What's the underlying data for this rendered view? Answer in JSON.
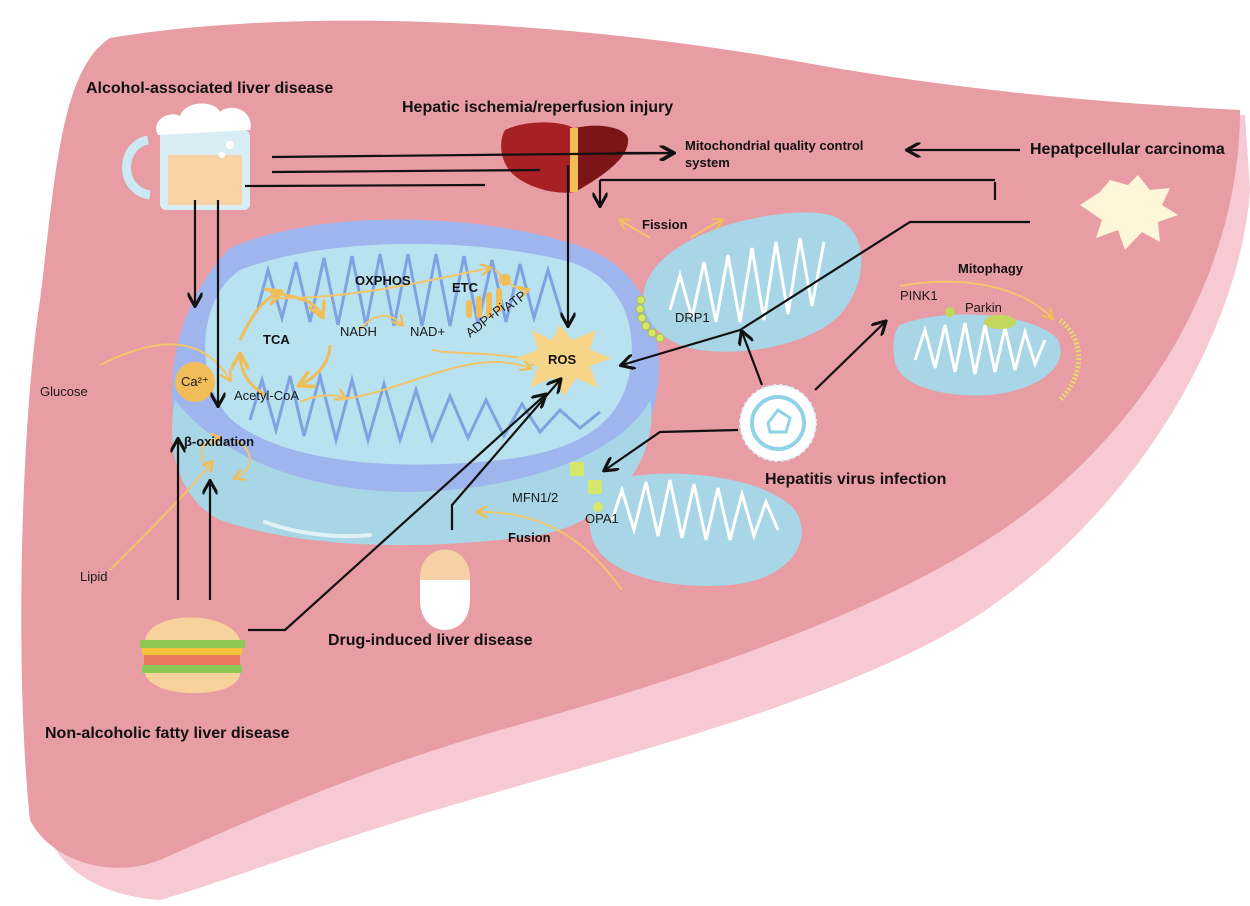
{
  "diseases": {
    "alcohol": "Alcohol-associated liver disease",
    "ischemia": "Hepatic ischemia/reperfusion injury",
    "nafld": "Non-alcoholic fatty liver disease",
    "drug": "Drug-induced liver disease",
    "hepatitis": "Hepatitis virus infection",
    "hcc": "Hepatpcellular carcinoma"
  },
  "mqc": {
    "line1": "Mitochondrial quality control",
    "line2": "system"
  },
  "metabolism": {
    "oxphos": "OXPHOS",
    "etc": "ETC",
    "tca": "TCA",
    "nadh": "NADH",
    "nad": "NAD+",
    "adp": "ADP+Pi",
    "atp": "ATP",
    "ros": "ROS",
    "ca": "Ca²⁺",
    "acetyl": "Acetyl-CoA",
    "beta": "β-oxidation",
    "glucose": "Glucose",
    "lipid": "Lipid"
  },
  "dynamics": {
    "fission": "Fission",
    "drp1": "DRP1",
    "mitophagy": "Mitophagy",
    "pink1": "PINK1",
    "parkin": "Parkin",
    "fusion": "Fusion",
    "mfn": "MFN1/2",
    "opa1": "OPA1"
  },
  "colors": {
    "liver": "#e79ca3",
    "liver_shadow": "#f7c9d2",
    "mito_outer": "#9fb5ee",
    "mito_inner": "#b8e2ef",
    "accent_yellow": "#f1bd58",
    "ros": "#f6d488"
  }
}
